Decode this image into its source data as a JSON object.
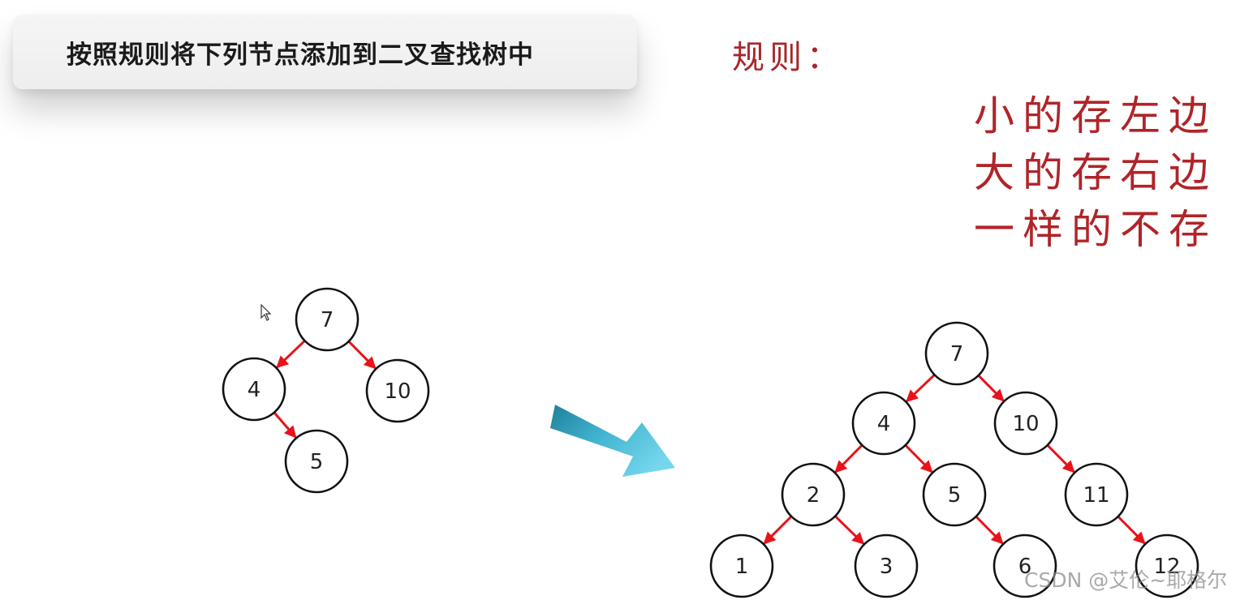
{
  "banner": {
    "title": "按照规则将下列节点添加到二叉查找树中"
  },
  "rules": {
    "label": "规则：",
    "items": [
      "小的存左边",
      "大的存右边",
      "一样的不存"
    ]
  },
  "colors": {
    "edge": "#e8131b",
    "node_stroke": "#111111",
    "rule_text": "#b02428",
    "arrow_light": "#6fd3ea",
    "arrow_dark": "#1f7f99"
  },
  "small_tree": {
    "nodes": [
      {
        "id": "s7",
        "label": "7"
      },
      {
        "id": "s4",
        "label": "4"
      },
      {
        "id": "s10",
        "label": "10"
      },
      {
        "id": "s5",
        "label": "5"
      }
    ],
    "edges": [
      [
        "s7",
        "s4"
      ],
      [
        "s7",
        "s10"
      ],
      [
        "s4",
        "s5"
      ]
    ]
  },
  "big_tree": {
    "nodes": [
      {
        "id": "b7",
        "label": "7"
      },
      {
        "id": "b4",
        "label": "4"
      },
      {
        "id": "b10",
        "label": "10"
      },
      {
        "id": "b2",
        "label": "2"
      },
      {
        "id": "b5",
        "label": "5"
      },
      {
        "id": "b11",
        "label": "11"
      },
      {
        "id": "b1",
        "label": "1"
      },
      {
        "id": "b3",
        "label": "3"
      },
      {
        "id": "b6",
        "label": "6"
      },
      {
        "id": "b12",
        "label": "12"
      }
    ],
    "edges": [
      [
        "b7",
        "b4"
      ],
      [
        "b7",
        "b10"
      ],
      [
        "b4",
        "b2"
      ],
      [
        "b4",
        "b5"
      ],
      [
        "b10",
        "b11"
      ],
      [
        "b2",
        "b1"
      ],
      [
        "b2",
        "b3"
      ],
      [
        "b5",
        "b6"
      ],
      [
        "b11",
        "b12"
      ]
    ]
  },
  "watermark": "CSDN @艾伦~耶格尔",
  "icons": {
    "transition_arrow": "arrow-right-down-icon",
    "cursor": "mouse-pointer-icon"
  }
}
